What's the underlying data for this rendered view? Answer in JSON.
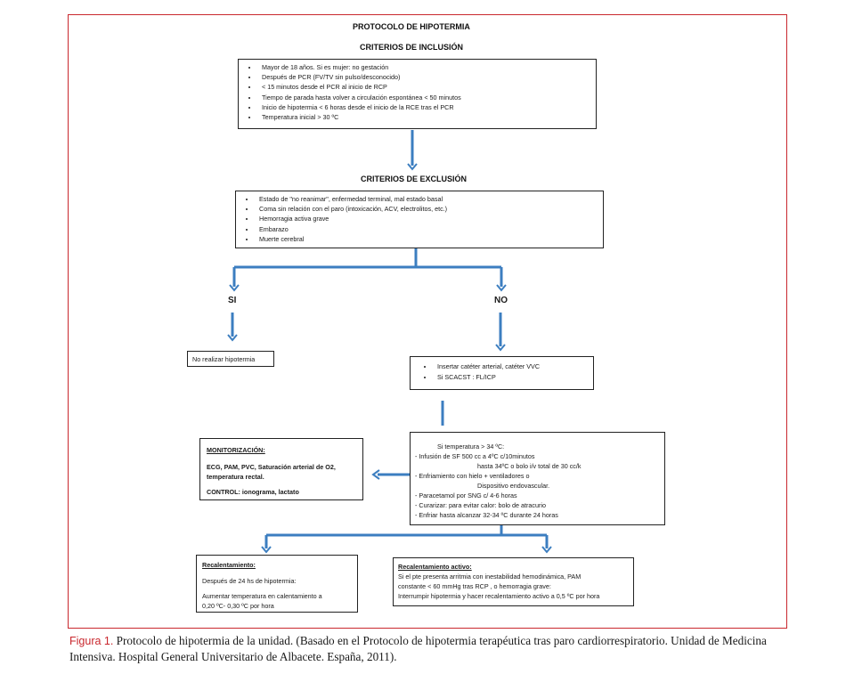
{
  "diagram": {
    "title": "PROTOCOLO DE HIPOTERMIA",
    "inclusion": {
      "heading": "CRITERIOS DE INCLUSIÓN",
      "items": [
        "Mayor de 18 años.  Si es mujer:  no gestación",
        "Después de PCR (FV/TV sin pulso/desconocido)",
        "< 15 minutos desde el PCR al inicio de RCP",
        "Tiempo de parada hasta volver a circulación espontánea < 50 minutos",
        "Inicio de hipotermia < 6 horas desde el inicio de la RCE tras el PCR",
        "Temperatura inicial > 30 ºC"
      ]
    },
    "exclusion": {
      "heading": "CRITERIOS DE EXCLUSIÓN",
      "items": [
        "Estado de \"no reanimar\", enfermedad terminal, mal estado basal",
        "Coma sin relación con el paro (intoxicación, ACV, electrolitos, etc.)",
        "Hemorragia activa grave",
        "Embarazo",
        "Muerte cerebral"
      ]
    },
    "branch_yes": "SI",
    "branch_no": "NO",
    "no_hypothermia": "No realizar  hipotermia",
    "catheter": {
      "items": [
        "Insertar catéter arterial, catéter VVC",
        "Si  SCACST :  FL/ICP"
      ]
    },
    "monitoring": {
      "heading": "MONITORIZACIÓN:",
      "line1": "ECG, PAM, PVC, Saturación arterial de O2,",
      "line2": "temperatura rectal.",
      "control_label": "CONTROL:",
      "control_text": "  ionograma, lactato"
    },
    "treatment": {
      "lines": [
        "Si temperatura > 34 ºC:",
        "- Infusión de SF 500 cc a 4ºC c/10minutos",
        "hasta 34ºC o bolo i/v total de 30 cc/k",
        "- Enfriamiento con hielo + ventiladores o",
        "Dispositivo       endovascular.",
        "- Paracetamol por SNG c/ 4-6 horas",
        "- Curarizar: para evitar calor: bolo de atracurio",
        "-    Enfriar hasta alcanzar 32-34 ºC durante 24 horas"
      ]
    },
    "rewarming": {
      "heading": "Recalentamiento:",
      "line1": "Después de 24 hs de hipotermia:",
      "line2": "Aumentar temperatura    en calentamiento a",
      "line3": "0,20 ºC- 0,30 ºC por hora"
    },
    "active_rewarming": {
      "heading": "Recalentamiento activo:",
      "line1": "Si el pte presenta arritmia con inestabilidad hemodinámica, PAM",
      "line2": "constante < 60 mmHg  tras RCP , o hemorragia grave:",
      "line3": "Interrumpir hipotermia y hacer recalentamiento activo a 0,5 ºC por hora"
    }
  },
  "caption": {
    "label": "Figura 1.",
    "text": " Protocolo de hipotermia de la unidad. (Basado en el Protocolo de hipotermia terapéutica tras paro cardiorrespiratorio. Unidad de Medicina Intensiva. Hospital General Universitario de Albacete. España, 2011)."
  },
  "colors": {
    "frame": "#c9282e",
    "arrow": "#3c7ec0",
    "arrow_dark": "#2a6aa8"
  }
}
